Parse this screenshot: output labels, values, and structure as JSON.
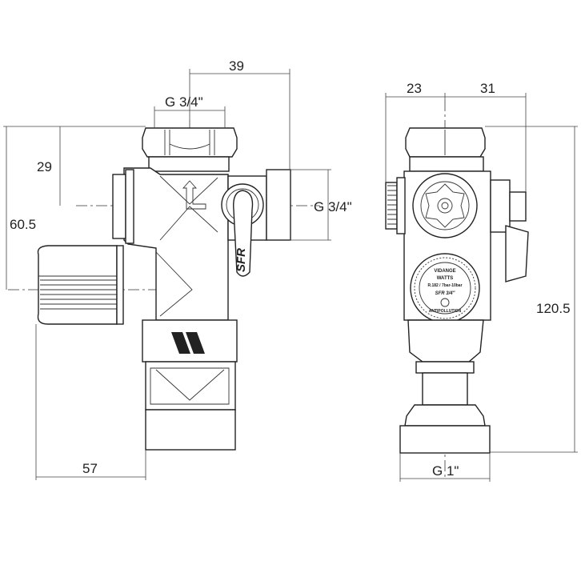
{
  "front_view": {
    "dimensions": {
      "top_offset": "39",
      "inlet_thread": "G 3/4\"",
      "nut_height": "29",
      "outlet_height": "60.5",
      "side_thread": "G 3/4\"",
      "width": "57"
    },
    "handle_logo": "SFR"
  },
  "side_view": {
    "dimensions": {
      "left_width": "23",
      "right_width": "31",
      "total_height": "120.5",
      "bottom_thread": "G 1\""
    },
    "dial_lettering": [
      "VIDANGE",
      "WATTS",
      "R.182 / 7bar-10bar",
      "SFR 3/4\"",
      "ANTIPOLLUTION"
    ]
  }
}
